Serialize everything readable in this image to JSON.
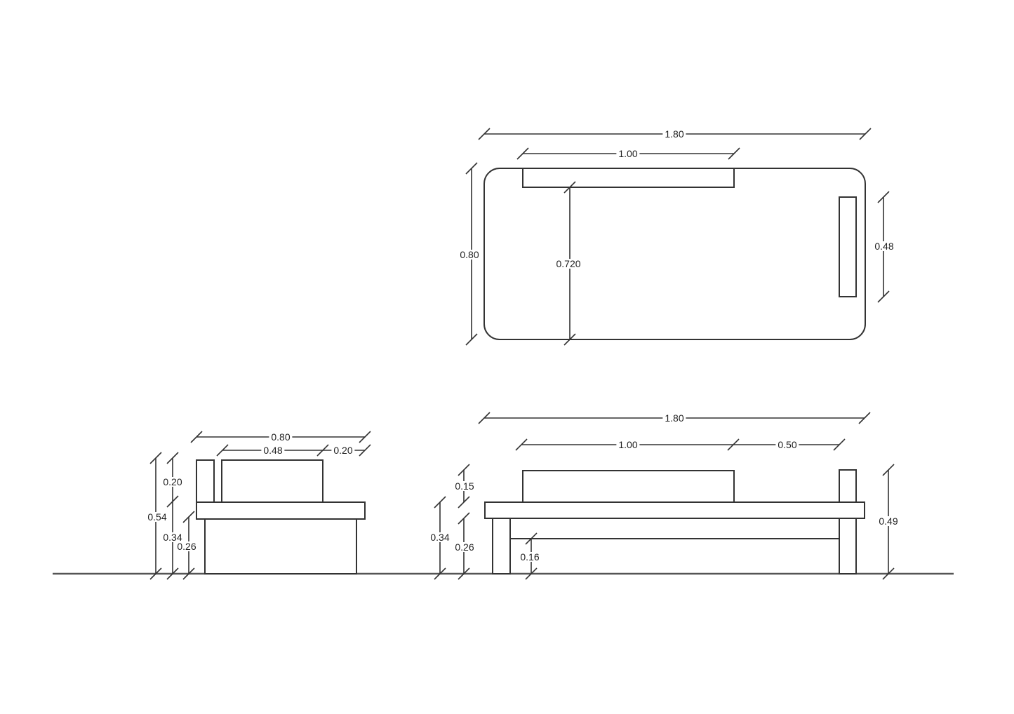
{
  "colors": {
    "line": "#333333",
    "dimension_line": "#333333",
    "ground_line": "#555555",
    "background": "#ffffff",
    "text": "#1f1f1f"
  },
  "views": {
    "plan": {
      "dims": {
        "overall_length": "1.80",
        "backrest_length": "1.00",
        "overall_depth": "0.80",
        "seat_depth": "0.720",
        "armrest_length": "0.48"
      }
    },
    "side": {
      "dims": {
        "overall_depth": "0.80",
        "armrest_depth": "0.48",
        "rear_offset": "0.20",
        "backrest_above_seat": "0.20",
        "overall_height": "0.54",
        "seat_height": "0.34",
        "underseat_clearance": "0.26"
      }
    },
    "front": {
      "dims": {
        "overall_length": "1.80",
        "backrest_length": "1.00",
        "right_segment": "0.50",
        "backrest_above_seat": "0.15",
        "seat_height": "0.34",
        "underseat_clearance": "0.26",
        "rail_height": "0.16",
        "armrest_height": "0.49"
      }
    }
  }
}
